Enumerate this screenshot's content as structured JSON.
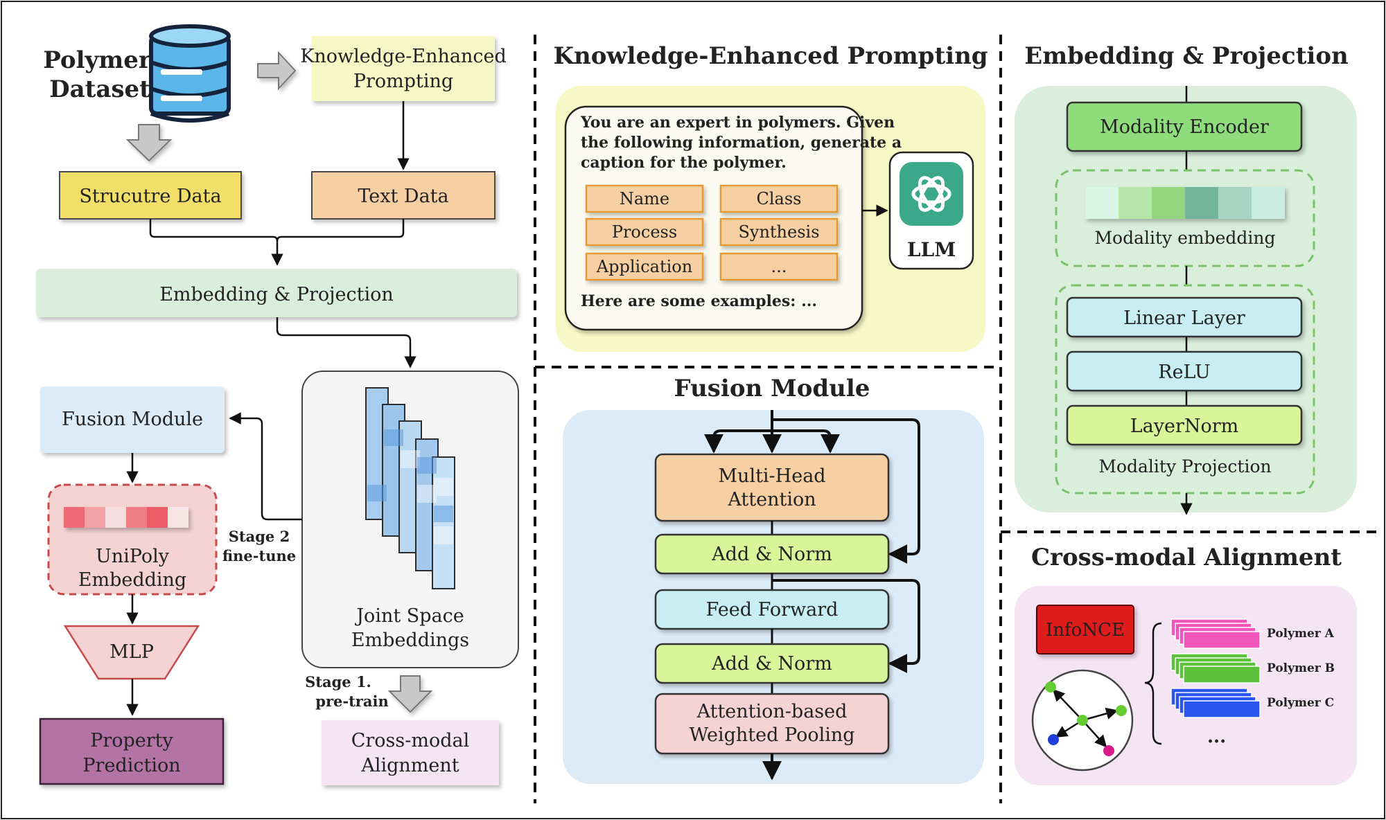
{
  "overview": {
    "dataset_line1": "Polymer",
    "dataset_line2": "Dataset",
    "kep_box": [
      "Knowledge-Enhanced",
      "Prompting"
    ],
    "structure_data": "Strucutre Data",
    "text_data": "Text Data",
    "embedding_projection": "Embedding & Projection",
    "fusion_module": "Fusion Module",
    "uniploy_embedding": [
      "UniPoly",
      "Embedding"
    ],
    "mlp": "MLP",
    "property_prediction": [
      "Property",
      "Prediction"
    ],
    "stage2": [
      "Stage 2",
      "fine-tune"
    ],
    "joint_space": [
      "Joint Space",
      "Embeddings"
    ],
    "stage1": [
      "Stage 1.",
      "pre-train"
    ],
    "cross_modal": [
      "Cross-modal",
      "Alignment"
    ]
  },
  "kep_panel": {
    "title": "Knowledge-Enhanced Prompting",
    "prompt_lines": [
      "You are an expert in polymers. Given",
      "the following information, generate a",
      "caption for the polymer."
    ],
    "fields": [
      "Name",
      "Class",
      "Process",
      "Synthesis",
      "Application",
      "..."
    ],
    "examples": "Here are some examples: ...",
    "llm": "LLM"
  },
  "fusion_panel": {
    "title": "Fusion Module",
    "mha": [
      "Multi-Head",
      "Attention"
    ],
    "add_norm_1": "Add & Norm",
    "feed_forward": "Feed Forward",
    "add_norm_2": "Add & Norm",
    "pooling": [
      "Attention-based",
      "Weighted Pooling"
    ]
  },
  "emb_panel": {
    "title": "Embedding & Projection",
    "encoder": "Modality Encoder",
    "embedding": "Modality embedding",
    "linear": "Linear Layer",
    "relu": "ReLU",
    "layernorm": "LayerNorm",
    "projection": "Modality Projection"
  },
  "cma_panel": {
    "title": "Cross-modal Alignment",
    "infonce": "InfoNCE",
    "polymers": [
      "Polymer A",
      "Polymer B",
      "Polymer C"
    ],
    "ellipsis": "..."
  },
  "colors": {
    "yellow": "#f2df6b",
    "orange": "#f6cfa2",
    "light_green": "#d9eedb",
    "light_blue": "#dcebf8",
    "pink": "#f5d3d3",
    "purple": "#b473a5",
    "lavender": "#f4e4f4",
    "lime": "#d8f59a",
    "cyan": "#c8eef3",
    "red": "#de1d1d"
  }
}
